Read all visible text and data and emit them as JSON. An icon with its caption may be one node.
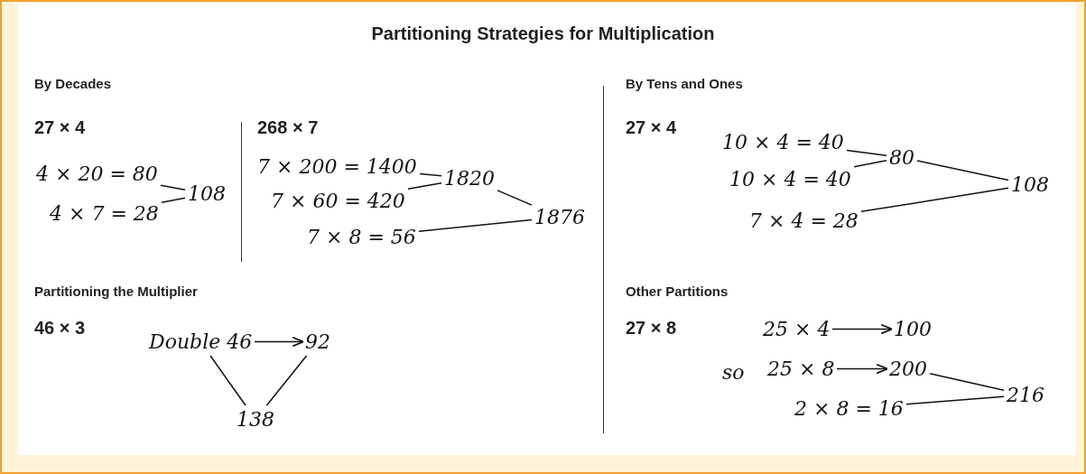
{
  "diagram": {
    "title": "Partitioning Strategies for Multiplication",
    "nodes": [
      {
        "text": [
          "4 × 20 = 80"
        ]
      },
      {
        "text": [
          "4 × 7 = 28"
        ]
      },
      {
        "text": [
          "108"
        ]
      },
      {
        "text": [
          "7 × 200 = 1400"
        ]
      },
      {
        "text": [
          "7 × 60 = 420"
        ]
      },
      {
        "text": [
          "1820"
        ]
      },
      {
        "text": [
          "7 × 8 = 56"
        ]
      },
      {
        "text": [
          "1876"
        ]
      },
      {
        "text": [
          "10 × 4 = 40"
        ]
      },
      {
        "text": [
          "10 × 4 = 40"
        ]
      },
      {
        "text": [
          "80"
        ]
      },
      {
        "text": [
          "7 × 4 = 28"
        ]
      },
      {
        "text": [
          "108"
        ]
      },
      {
        "text": [
          "Double 46"
        ]
      },
      {
        "text": [
          "92"
        ]
      },
      {
        "text": [
          "138"
        ]
      },
      {
        "text": [
          "25 × 4"
        ]
      },
      {
        "text": [
          "100"
        ]
      },
      {
        "text": [
          "25 × 8"
        ]
      },
      {
        "text": [
          "200"
        ]
      },
      {
        "text": [
          "2 × 8 = 16"
        ]
      },
      {
        "text": [
          "216"
        ]
      }
    ],
    "edges": [
      {
        "from": 0,
        "to": 2,
        "arrow": "none"
      },
      {
        "from": 1,
        "to": 2,
        "arrow": "none"
      },
      {
        "from": 3,
        "to": 5,
        "arrow": "none"
      },
      {
        "from": 4,
        "to": 5,
        "arrow": "none"
      },
      {
        "from": 5,
        "to": 7,
        "arrow": "none"
      },
      {
        "from": 6,
        "to": 7,
        "arrow": "none"
      },
      {
        "from": 8,
        "to": 10,
        "arrow": "none"
      },
      {
        "from": 9,
        "to": 10,
        "arrow": "none"
      },
      {
        "from": 10,
        "to": 12,
        "arrow": "none"
      },
      {
        "from": 11,
        "to": 12,
        "arrow": "none"
      },
      {
        "from": 13,
        "to": 14,
        "arrow": "to"
      },
      {
        "from": 13,
        "to": 15,
        "arrow": "none"
      },
      {
        "from": 14,
        "to": 15,
        "arrow": "none"
      },
      {
        "from": 16,
        "to": 17,
        "arrow": "to"
      },
      {
        "from": 18,
        "to": 19,
        "arrow": "to"
      },
      {
        "from": 19,
        "to": 21,
        "arrow": "none"
      },
      {
        "from": 20,
        "to": 21,
        "arrow": "none"
      }
    ],
    "labels": [
      "By Decades",
      "27 × 4",
      "268 × 7",
      "By Tens and Ones",
      "27 × 4",
      "Partitioning the Multiplier",
      "46 × 3",
      "Other Partitions",
      "27 × 8",
      "so"
    ]
  }
}
